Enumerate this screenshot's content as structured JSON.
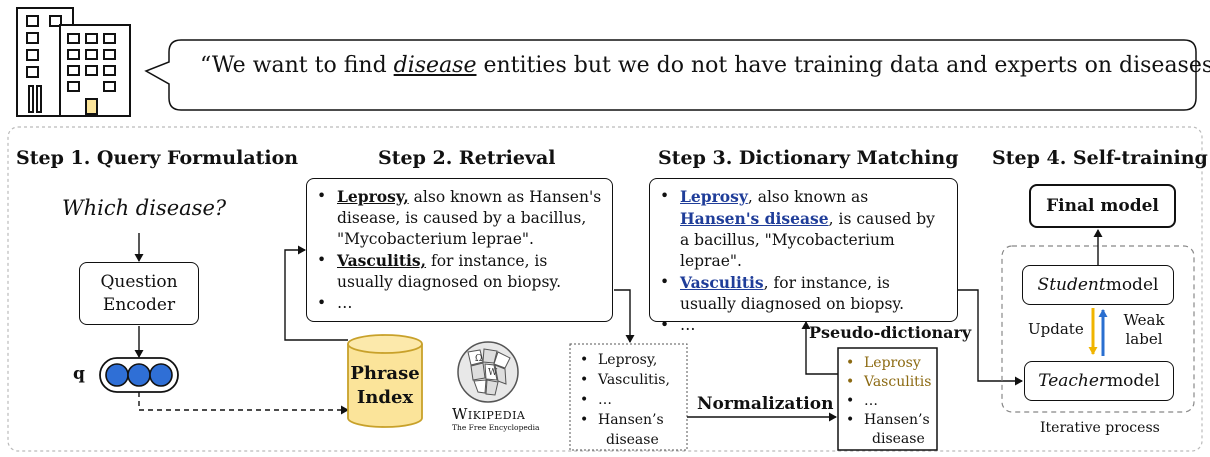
{
  "user_quote": {
    "before": "“We want to find ",
    "emphasis": "disease",
    "after": " entities but we do not have training data and experts on diseases.”"
  },
  "step1": {
    "title": "Step 1. Query Formulation",
    "question": "Which disease?",
    "encoder_line1": "Question",
    "encoder_line2": "Encoder",
    "vector_label": "q"
  },
  "step2": {
    "title": "Step 2. Retrieval",
    "doc1_keyword": "Leprosy,",
    "doc1_text": " also known as Hansen's disease, is caused by a bacillus, \"Mycobacterium leprae\".",
    "doc2_keyword": "Vasculitis,",
    "doc2_text": " for instance, is usually diagnosed on biopsy.",
    "doc3": "…",
    "index_line1": "Phrase",
    "index_line2": "Index",
    "wiki_name": "Wikipedia",
    "wiki_tagline": "The Free Encyclopedia"
  },
  "candidates": {
    "items": [
      "Leprosy,",
      "Vasculitis,",
      "…",
      "Hansen’s",
      "disease"
    ]
  },
  "normalization_label": "Normalization",
  "pseudo_dictionary": {
    "title": "Pseudo-dictionary",
    "items": [
      "Leprosy",
      "Vasculitis",
      "…",
      "Hansen’s",
      "disease"
    ]
  },
  "step3": {
    "title": "Step 3. Dictionary Matching",
    "doc1_keyword": "Leprosy",
    "doc1_mid": ", also known as ",
    "doc1_keyword2": "Hansen's disease",
    "doc1_text": ", is caused by a bacillus, \"Mycobacterium leprae\".",
    "doc2_keyword": "Vasculitis",
    "doc2_text": ", for instance, is usually diagnosed on biopsy.",
    "doc3": "…"
  },
  "step4": {
    "title": "Step 4. Self-training",
    "final_model": "Final model",
    "student_em": "Student",
    "student_rest": " model",
    "teacher_em": "Teacher",
    "teacher_rest": " model",
    "update_label": "Update",
    "weak_label_line1": "Weak",
    "weak_label_line2": "label",
    "iterative": "Iterative process"
  },
  "colors": {
    "index_fill": "#fbe49a",
    "index_stroke": "#c8a12a",
    "vector_fill": "#2f6fd6",
    "keyword_blue": "#1f3d99",
    "dictionary_gold": "#8c6a12",
    "arrow_update": "#f0b400",
    "arrow_weak": "#2a6fd0"
  }
}
